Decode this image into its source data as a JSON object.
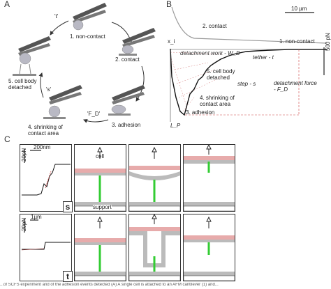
{
  "panels": {
    "a": {
      "letter": "A",
      "states": [
        "1. non-contact",
        "2. contact",
        "3. adhesion",
        "4. shrinking of\ncontact area",
        "5. cell body\ndetached"
      ],
      "arrow_labels": {
        "t": "'t'",
        "s": "'s'",
        "fd": "'F_D'"
      }
    },
    "b": {
      "letter": "B",
      "scale_x": "10 µm",
      "scale_y": "500 pN",
      "labels": {
        "contact": "2. contact",
        "noncontact": "1. non-contact",
        "xi": "x_i",
        "work": "detachment work - W_D",
        "tether": "tether - t",
        "detached": "5. cell body\ndetached",
        "step": "step - s",
        "force": "detachment force\n- F_D",
        "shrink": "4. shrinking of\ncontact area",
        "adhesion": "3. adhesion",
        "lp": "L_P"
      }
    },
    "c": {
      "letter": "C",
      "s_label": "s",
      "t_label": "t",
      "s_scale_x": "200nm",
      "s_scale_y": "20pN",
      "t_scale_x": "1µm",
      "t_scale_y": "20pN",
      "cell_label": "cell",
      "support_label": "support"
    }
  },
  "caption": "...of SCFS experiment and of the adhesion events detected (A) A single cell is attached to an AFM cantilever (1) and..."
}
